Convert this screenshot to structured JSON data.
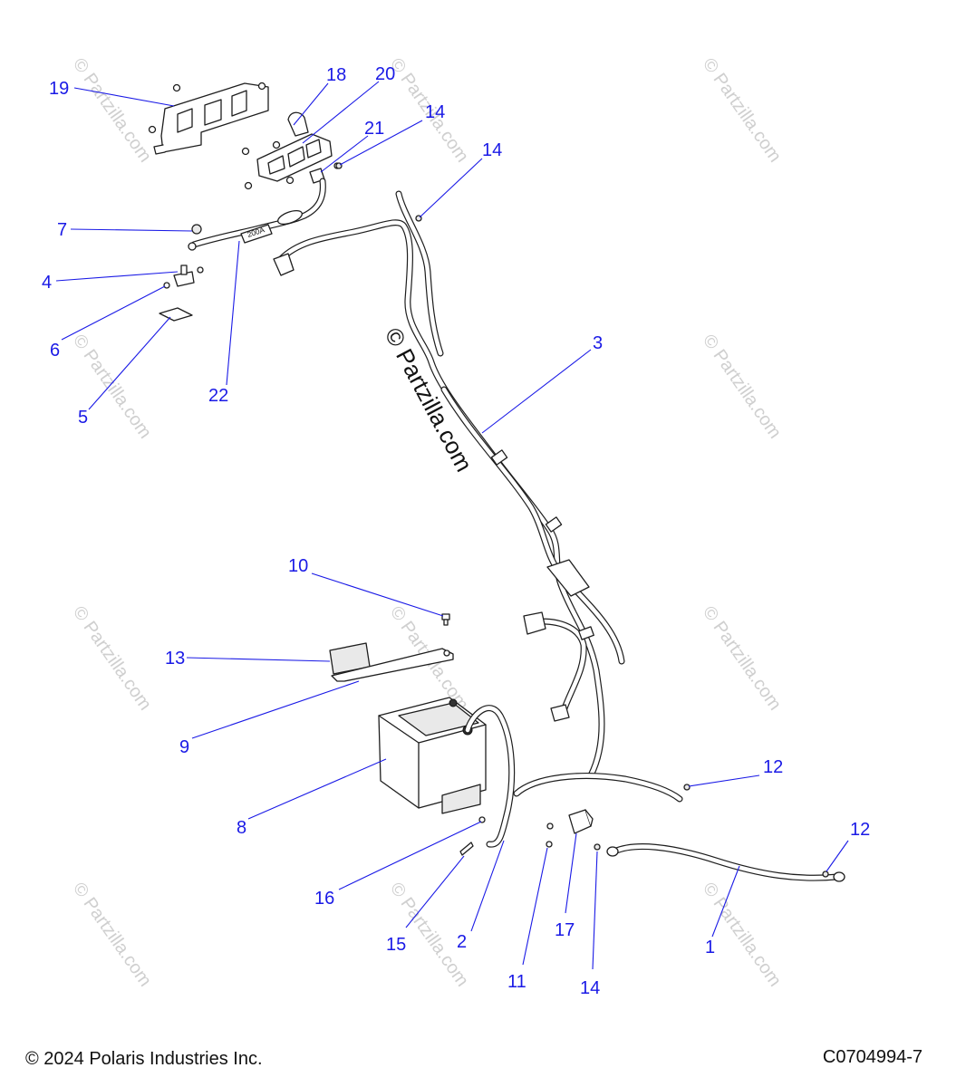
{
  "watermark": {
    "repeated_text": "© Partzilla.com",
    "center_text": "© Partzilla.com"
  },
  "callouts": {
    "c1": "1",
    "c2": "2",
    "c3": "3",
    "c4": "4",
    "c5": "5",
    "c6": "6",
    "c7": "7",
    "c8": "8",
    "c9": "9",
    "c10": "10",
    "c11": "11",
    "c12a": "12",
    "c12b": "12",
    "c13": "13",
    "c14a": "14",
    "c14b": "14",
    "c14c": "14",
    "c15": "15",
    "c16": "16",
    "c17": "17",
    "c18": "18",
    "c19": "19",
    "c20": "20",
    "c21": "21",
    "c22": "22"
  },
  "part_marks": {
    "fuse_label": "200A"
  },
  "colors": {
    "callout": "#1a1ae6",
    "line_art": "#1e1e1e",
    "watermark": "#cfcfcf"
  },
  "footer": {
    "copyright": "© 2024 Polaris Industries Inc.",
    "diagram_code": "C0704994-7"
  }
}
